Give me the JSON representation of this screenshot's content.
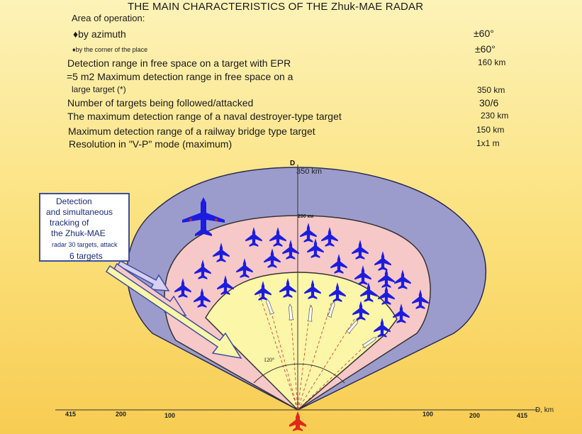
{
  "title": "THE MAIN CHARACTERISTICS OF THE Zhuk-MAE RADAR",
  "area_of_operation": "Area of operation:",
  "specs": [
    {
      "label": "♦by azimuth",
      "value": "±60°"
    },
    {
      "label": "♦by the corner of the place",
      "value": "±60°"
    },
    {
      "label": "Detection range in free space on a target with EPR",
      "value": "160 km"
    },
    {
      "label": "=5 m2 Maximum detection range in free space on a",
      "value": ""
    },
    {
      "label": "large target (*)",
      "value": "350 km"
    },
    {
      "label": "Number of targets being followed/attacked",
      "value": "30/6"
    },
    {
      "label": "The maximum detection range of a naval destroyer-type target",
      "value": "230 km"
    },
    {
      "label": "Maximum detection range of a railway bridge type target",
      "value": "150 km"
    },
    {
      "label": "Resolution in \"V-P\" mode (maximum)",
      "value": "1x1 m"
    }
  ],
  "callout": {
    "line1": "Detection",
    "line2": "and simultaneous",
    "line3": "tracking of",
    "line4": "the Zhuk-MAE",
    "line5": "radar 30 targets, attack",
    "line6": "6 targets"
  },
  "diagram": {
    "axis_d": "D",
    "range_outer": "350 km",
    "range_inner": "200 км",
    "angle": "120°",
    "axis_ticks_left": [
      "415",
      "200",
      "100"
    ],
    "axis_ticks_right": [
      "100",
      "200",
      "415"
    ],
    "axis_unit": "D, km",
    "colors": {
      "outer_zone": "#9c9ccc",
      "middle_zone": "#f7c8c8",
      "inner_zone": "#fbf6a8",
      "targets": "#1c1ce0",
      "own_aircraft": "#e0281c"
    }
  }
}
